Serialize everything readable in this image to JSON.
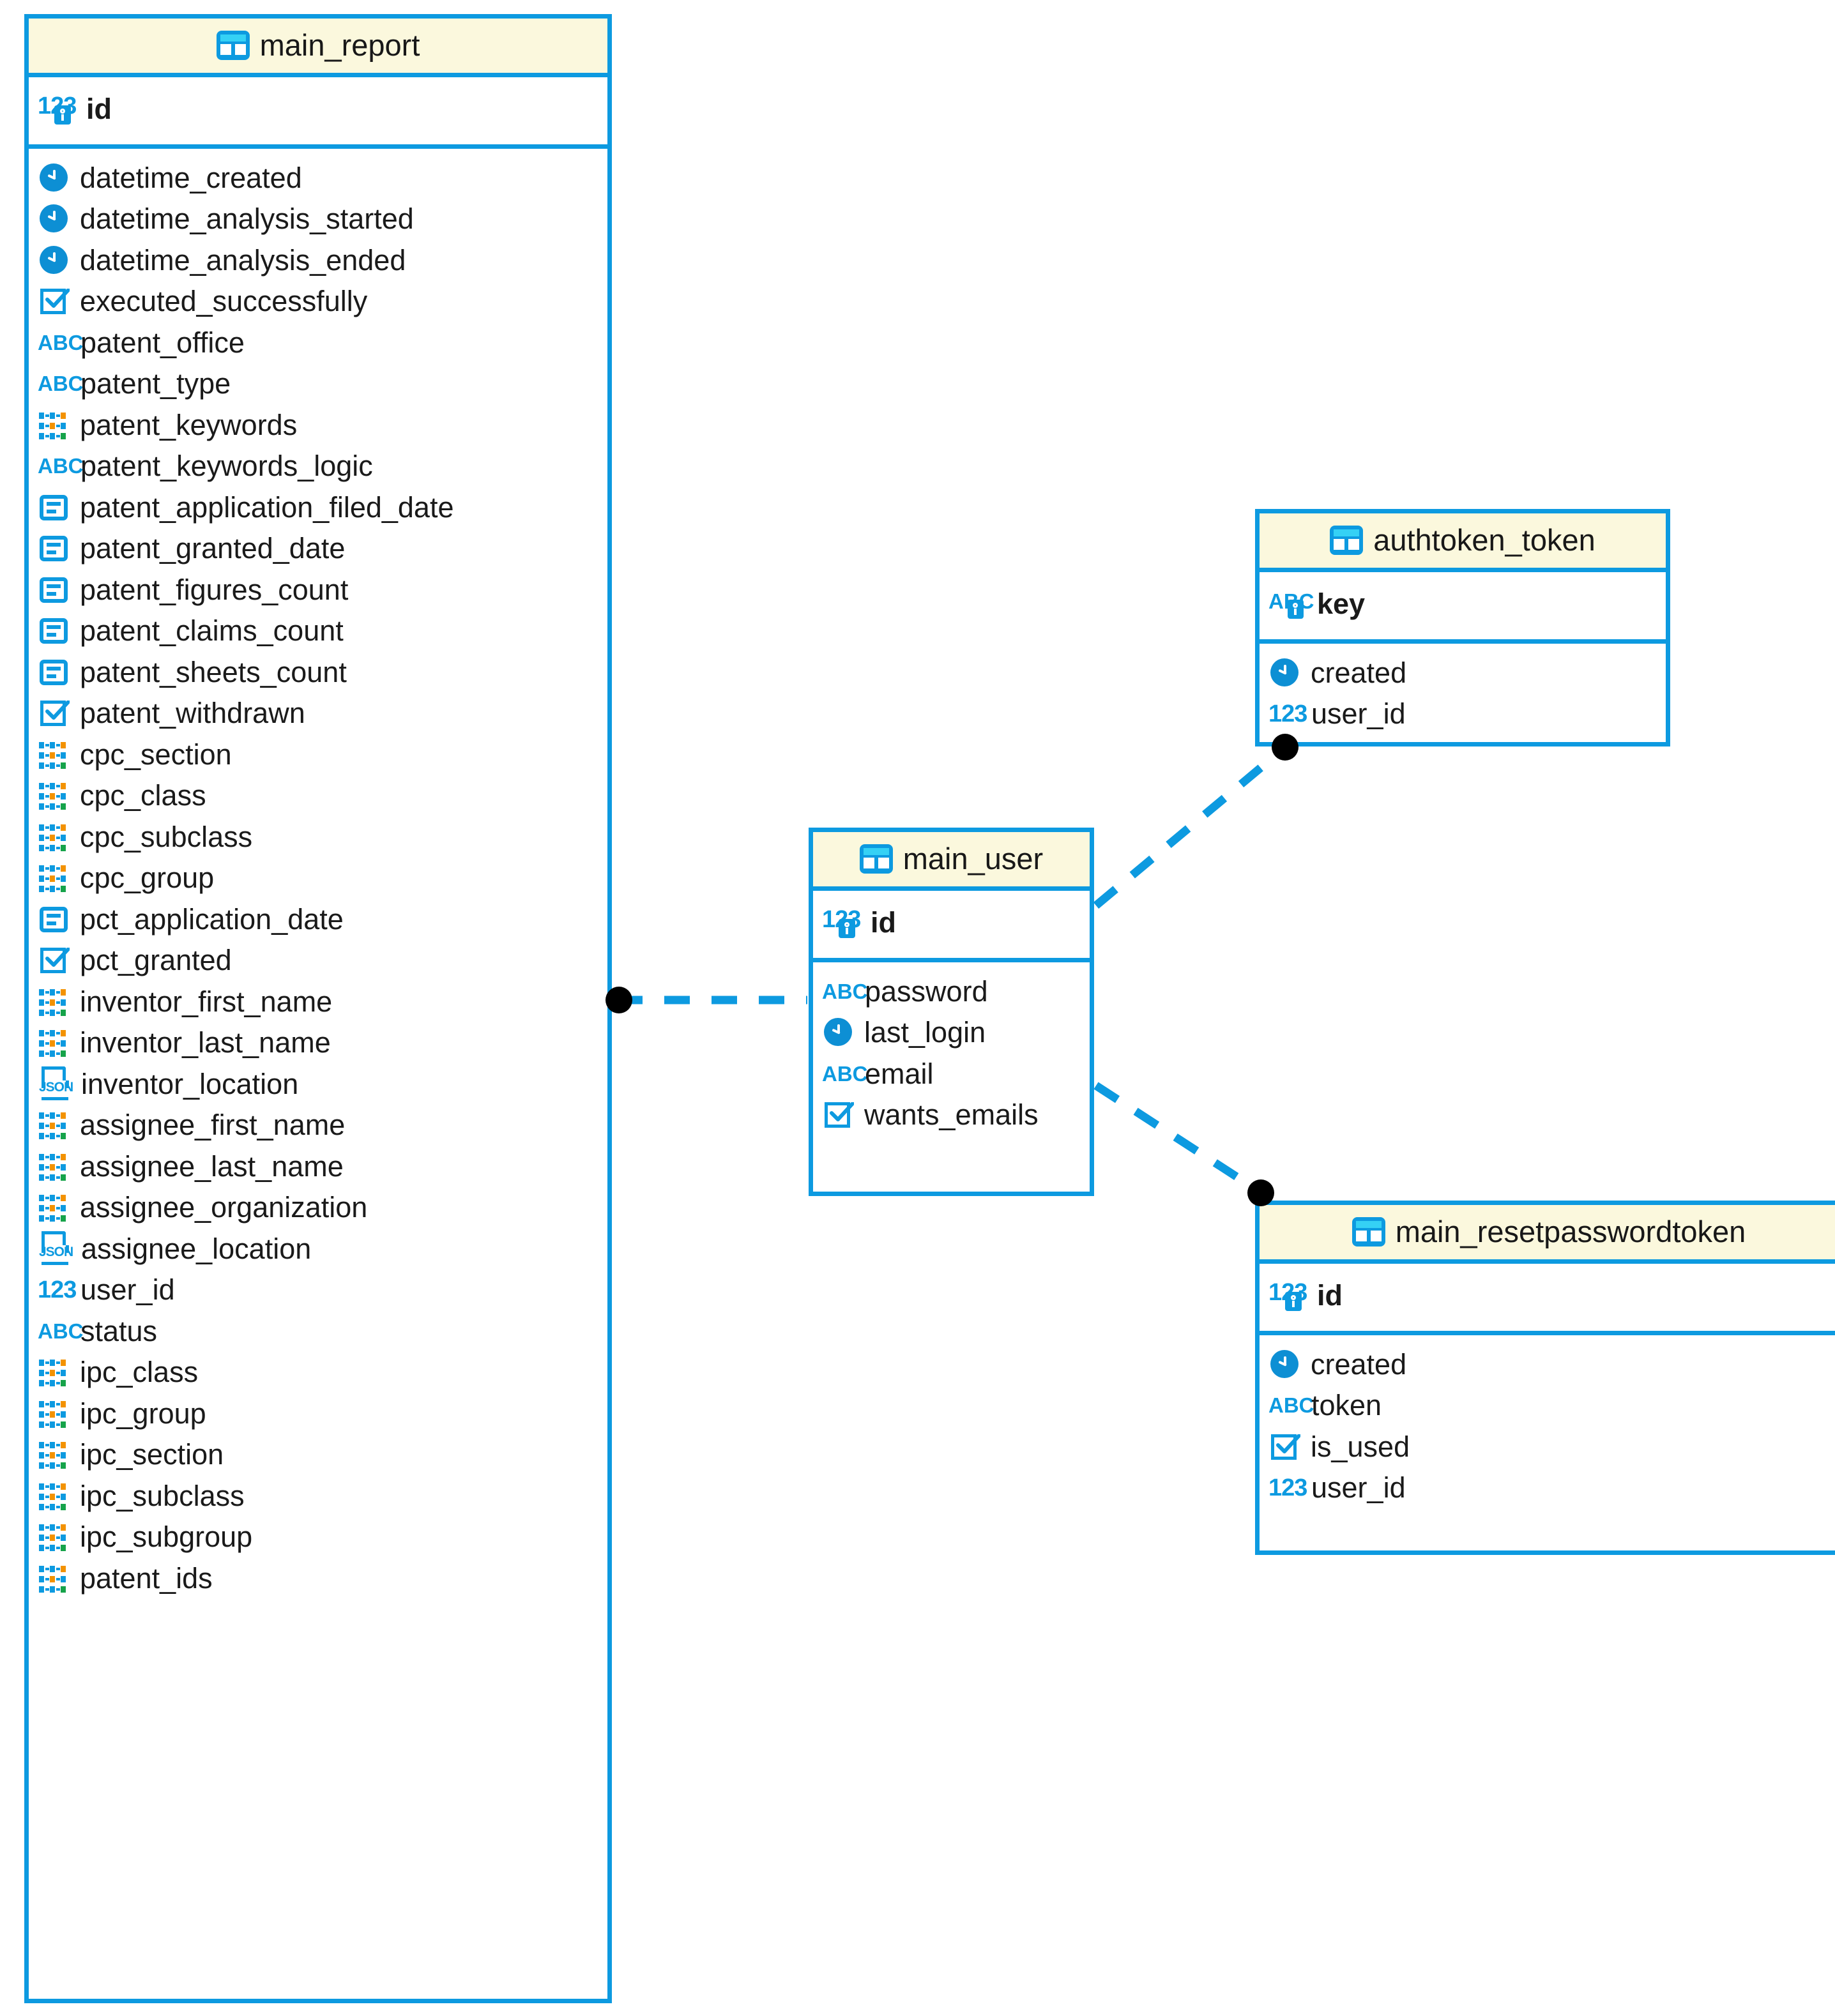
{
  "diagram": {
    "kind": "entity-relationship-diagram",
    "accent_color": "#0d9ae0",
    "header_fill": "#fbf8dd",
    "body_fill": "#ffffff",
    "connector_color": "#0d9ae0",
    "connector_endpoint_color": "#000000",
    "icon_colors": {
      "primary": "#0d9ae0",
      "array_dot_blue": "#0d9ae0",
      "array_dot_orange": "#f39200",
      "array_dot_green": "#16a34a"
    }
  },
  "tables": [
    {
      "id": "main_report",
      "name": "main_report",
      "icon": "table-icon",
      "primary_keys": [
        {
          "name": "id",
          "icon": "number-key-icon",
          "type_hint": "integer"
        }
      ],
      "fields": [
        {
          "name": "datetime_created",
          "icon": "clock-icon"
        },
        {
          "name": "datetime_analysis_started",
          "icon": "clock-icon"
        },
        {
          "name": "datetime_analysis_ended",
          "icon": "clock-icon"
        },
        {
          "name": "executed_successfully",
          "icon": "checkbox-icon"
        },
        {
          "name": "patent_office",
          "icon": "abc-icon"
        },
        {
          "name": "patent_type",
          "icon": "abc-icon"
        },
        {
          "name": "patent_keywords",
          "icon": "array-icon"
        },
        {
          "name": "patent_keywords_logic",
          "icon": "abc-icon"
        },
        {
          "name": "patent_application_filed_date",
          "icon": "range-box-icon"
        },
        {
          "name": "patent_granted_date",
          "icon": "range-box-icon"
        },
        {
          "name": "patent_figures_count",
          "icon": "range-box-icon"
        },
        {
          "name": "patent_claims_count",
          "icon": "range-box-icon"
        },
        {
          "name": "patent_sheets_count",
          "icon": "range-box-icon"
        },
        {
          "name": "patent_withdrawn",
          "icon": "checkbox-icon"
        },
        {
          "name": "cpc_section",
          "icon": "array-icon"
        },
        {
          "name": "cpc_class",
          "icon": "array-icon"
        },
        {
          "name": "cpc_subclass",
          "icon": "array-icon"
        },
        {
          "name": "cpc_group",
          "icon": "array-icon"
        },
        {
          "name": "pct_application_date",
          "icon": "range-box-icon"
        },
        {
          "name": "pct_granted",
          "icon": "checkbox-icon"
        },
        {
          "name": "inventor_first_name",
          "icon": "array-icon"
        },
        {
          "name": "inventor_last_name",
          "icon": "array-icon"
        },
        {
          "name": "inventor_location",
          "icon": "json-icon"
        },
        {
          "name": "assignee_first_name",
          "icon": "array-icon"
        },
        {
          "name": "assignee_last_name",
          "icon": "array-icon"
        },
        {
          "name": "assignee_organization",
          "icon": "array-icon"
        },
        {
          "name": "assignee_location",
          "icon": "json-icon"
        },
        {
          "name": "user_id",
          "icon": "number-icon"
        },
        {
          "name": "status",
          "icon": "abc-icon"
        },
        {
          "name": "ipc_class",
          "icon": "array-icon"
        },
        {
          "name": "ipc_group",
          "icon": "array-icon"
        },
        {
          "name": "ipc_section",
          "icon": "array-icon"
        },
        {
          "name": "ipc_subclass",
          "icon": "array-icon"
        },
        {
          "name": "ipc_subgroup",
          "icon": "array-icon"
        },
        {
          "name": "patent_ids",
          "icon": "array-icon"
        }
      ]
    },
    {
      "id": "main_user",
      "name": "main_user",
      "icon": "table-icon",
      "primary_keys": [
        {
          "name": "id",
          "icon": "number-key-icon",
          "type_hint": "integer"
        }
      ],
      "fields": [
        {
          "name": "password",
          "icon": "abc-icon"
        },
        {
          "name": "last_login",
          "icon": "clock-icon"
        },
        {
          "name": "email",
          "icon": "abc-icon"
        },
        {
          "name": "wants_emails",
          "icon": "checkbox-icon"
        }
      ]
    },
    {
      "id": "authtoken_token",
      "name": "authtoken_token",
      "icon": "table-icon",
      "clipped": true,
      "primary_keys": [
        {
          "name": "key",
          "icon": "abc-key-icon",
          "type_hint": "string"
        }
      ],
      "fields": [
        {
          "name": "created",
          "icon": "clock-icon"
        },
        {
          "name": "user_id",
          "icon": "number-icon"
        }
      ]
    },
    {
      "id": "main_resetpasswordtoken",
      "name": "main_resetpasswordtoken",
      "icon": "table-icon",
      "primary_keys": [
        {
          "name": "id",
          "icon": "number-key-icon",
          "type_hint": "integer"
        }
      ],
      "fields": [
        {
          "name": "created",
          "icon": "clock-icon"
        },
        {
          "name": "token",
          "icon": "abc-icon"
        },
        {
          "name": "is_used",
          "icon": "checkbox-icon"
        },
        {
          "name": "user_id",
          "icon": "number-icon"
        }
      ]
    }
  ],
  "relationships": [
    {
      "from": "main_report",
      "to": "main_user",
      "style": "dashed",
      "endpoint": "filled-circle"
    },
    {
      "from": "main_user",
      "to": "authtoken_token",
      "style": "dashed",
      "endpoint": "filled-circle"
    },
    {
      "from": "main_user",
      "to": "main_resetpasswordtoken",
      "style": "dashed",
      "endpoint": "filled-circle"
    }
  ]
}
